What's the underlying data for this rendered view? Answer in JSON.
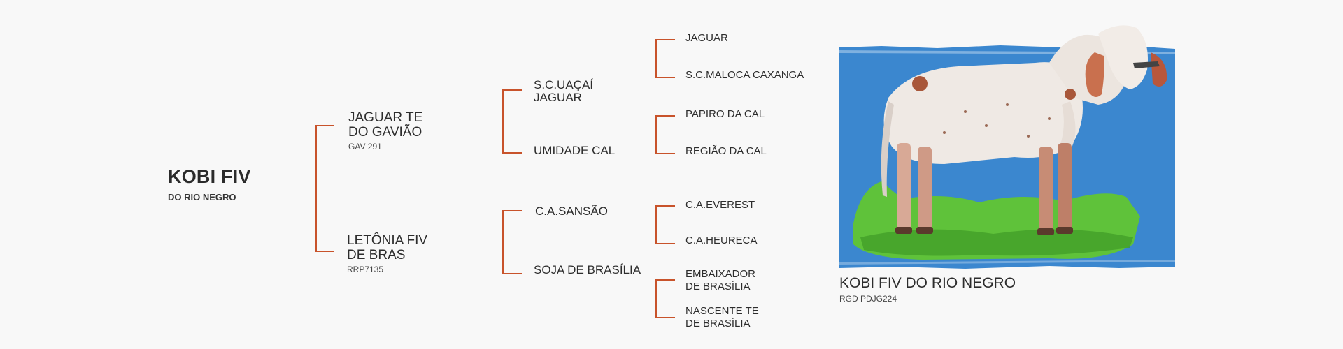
{
  "subject": {
    "name": "KOBI FIV",
    "subtitle": "DO RIO NEGRO"
  },
  "sire": {
    "name": "JAGUAR TE\nDO GAVIÃO",
    "reg": "GAV 291"
  },
  "dam": {
    "name": "LETÔNIA FIV\nDE BRAS",
    "reg": "RRP7135"
  },
  "grandparents": {
    "sire_sire": "S.C.UAÇAÍ\nJAGUAR",
    "sire_dam": "UMIDADE CAL",
    "dam_sire": "C.A.SANSÃO",
    "dam_dam": "SOJA DE BRASÍLIA"
  },
  "great_grandparents": [
    "JAGUAR",
    "S.C.MALOCA CAXANGA",
    "PAPIRO DA CAL",
    "REGIÃO DA CAL",
    "C.A.EVEREST",
    "C.A.HEURECA",
    "EMBAIXADOR\nDE BRASÍLIA",
    "NASCENTE TE\nDE BRASÍLIA"
  ],
  "photo": {
    "caption": "KOBI FIV DO RIO NEGRO",
    "reg": "RGD PDJG224"
  },
  "colors": {
    "connector": "#c8532b",
    "photo_background": "#3b87cf",
    "grass": "#5fc23a"
  }
}
